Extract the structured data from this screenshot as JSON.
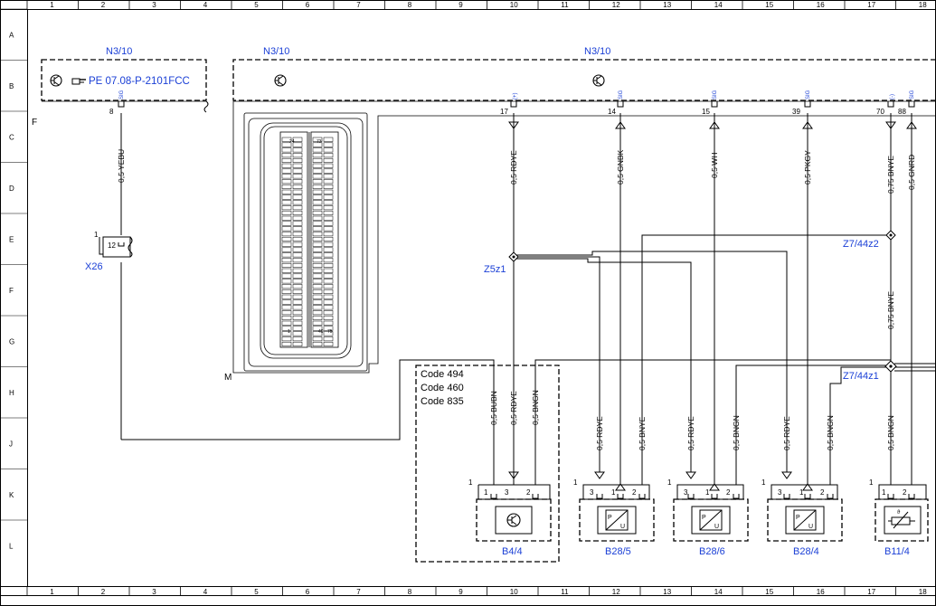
{
  "grid": {
    "cols": [
      "1",
      "2",
      "3",
      "4",
      "5",
      "6",
      "7",
      "8",
      "9",
      "10",
      "11",
      "12",
      "13",
      "14",
      "15",
      "16",
      "17",
      "18"
    ],
    "rows": [
      "A",
      "B",
      "C",
      "D",
      "E",
      "F",
      "G",
      "H",
      "J",
      "K",
      "L"
    ]
  },
  "modules": {
    "n3_10_left": "N3/10",
    "n3_10_mid": "N3/10",
    "n3_10_right": "N3/10",
    "ref": "PE 07.08-P-2101FCC"
  },
  "markers": {
    "f": "F",
    "m": "M"
  },
  "x26": {
    "label": "X26",
    "pin": "1",
    "pin2": "12"
  },
  "connector_pins": {
    "p8": "8",
    "p17": "17",
    "p14": "14",
    "p15": "15",
    "p39": "39",
    "p70": "70",
    "p88": "88"
  },
  "pin_tags": {
    "sig": "SIG",
    "plus": "(+)",
    "minus": "(-)"
  },
  "wires": {
    "yebu": "0,5 YEBU",
    "rdye_17": "0,5 RDYE",
    "gnbk": "0,5 GNBK",
    "wh": "0,5 WH",
    "pkgy": "0,5 PKGY",
    "bnye_070": "0,75 BNYE",
    "gnrd": "0,5 GNRD",
    "bnye_075_mid": "0,75 BNYE",
    "bubn": "0,5 BUBN",
    "rdye_b44": "0,5 RDYE",
    "bngn_b44": "0,5 BNGN",
    "rdye_b285": "0,5 RDYE",
    "bnye_b285": "0,5 BNYE",
    "rdye_b286": "0,5 RDYE",
    "bngn_b286": "0,5 BNGN",
    "rdye_b284": "0,5 RDYE",
    "bngn_b284": "0,5 BNGN",
    "bngn_b114": "0,5 BNGN"
  },
  "splices": {
    "z5z1": "Z5z1",
    "z7_44z2": "Z7/44z2",
    "z7_44z1": "Z7/44z1"
  },
  "codes": [
    "Code 494",
    "Code 460",
    "Code 835"
  ],
  "components": {
    "b4_4": {
      "label": "B4/4",
      "outer_pin": "1",
      "pins": [
        "1",
        "3",
        "2"
      ]
    },
    "b28_5": {
      "label": "B28/5",
      "outer_pin": "1",
      "pins": [
        "3",
        "1",
        "2"
      ]
    },
    "b28_6": {
      "label": "B28/6",
      "outer_pin": "1",
      "pins": [
        "3",
        "1",
        "2"
      ]
    },
    "b28_4": {
      "label": "B28/4",
      "outer_pin": "1",
      "pins": [
        "3",
        "1",
        "2"
      ]
    },
    "b11_4": {
      "label": "B11/4",
      "outer_pin": "1",
      "pins": [
        "1",
        "2"
      ]
    }
  },
  "ecu_pins": {
    "a": "24",
    "b": "73",
    "c": "1",
    "d": "49",
    "e": "75"
  }
}
